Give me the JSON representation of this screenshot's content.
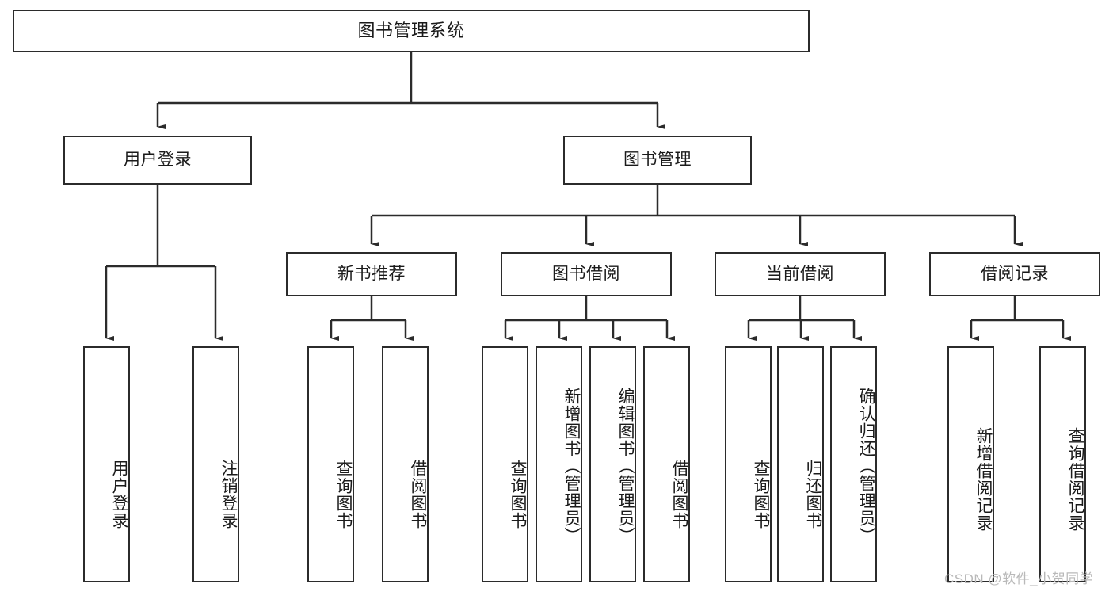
{
  "diagram": {
    "title": "图书管理系统",
    "type": "hierarchy-tree",
    "root": {
      "label": "图书管理系统"
    },
    "level2": [
      {
        "label": "用户登录"
      },
      {
        "label": "图书管理"
      }
    ],
    "level3": [
      {
        "label": "新书推荐"
      },
      {
        "label": "图书借阅"
      },
      {
        "label": "当前借阅"
      },
      {
        "label": "借阅记录"
      }
    ],
    "leaves": {
      "user_login": [
        "用户登录",
        "注销登录"
      ],
      "new_book_recommend": [
        "查询图书",
        "借阅图书"
      ],
      "book_borrow": [
        "查询图书",
        "新增图书（管理员）",
        "编辑图书（管理员）",
        "借阅图书"
      ],
      "current_borrow": [
        "查询图书",
        "归还图书",
        "确认归还（管理员）"
      ],
      "borrow_record": [
        "新增借阅记录",
        "查询借阅记录"
      ]
    }
  },
  "watermark": {
    "text": "CSDN @软件_小贺同学"
  },
  "colors": {
    "stroke": "#2b2b2b",
    "background": "#ffffff",
    "text": "#1a1a1a",
    "watermark": "#b9b9b9"
  }
}
